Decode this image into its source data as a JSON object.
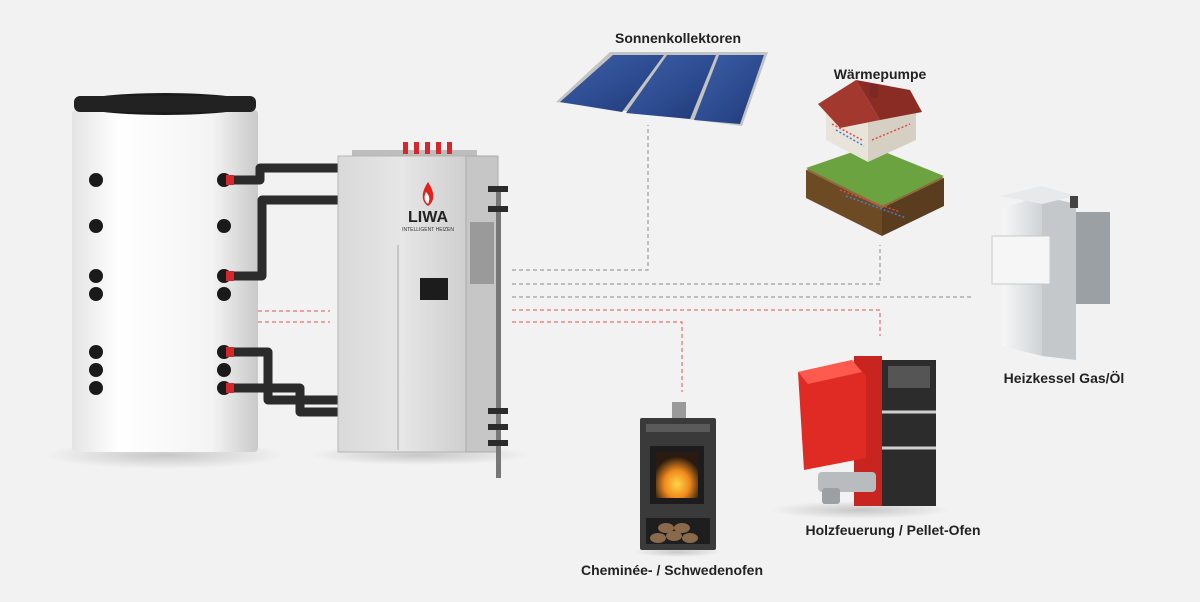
{
  "labels": {
    "solar": "Sonnenkollektoren",
    "heatpump": "Wärmepumpe",
    "boiler": "Heizkessel Gas/Öl",
    "pellet": "Holzfeuerung / Pellet-Ofen",
    "stove": "Cheminée- / Schwedenofen"
  },
  "logo": {
    "brand": "LIWA",
    "tagline": "INTELLIGENT HEIZEN"
  },
  "colors": {
    "background": "#f2f2f2",
    "dash_gray": "#8a8a8a",
    "dash_red": "#e0514f",
    "logo_red": "#e3201b",
    "pellet_red": "#e02a24"
  }
}
